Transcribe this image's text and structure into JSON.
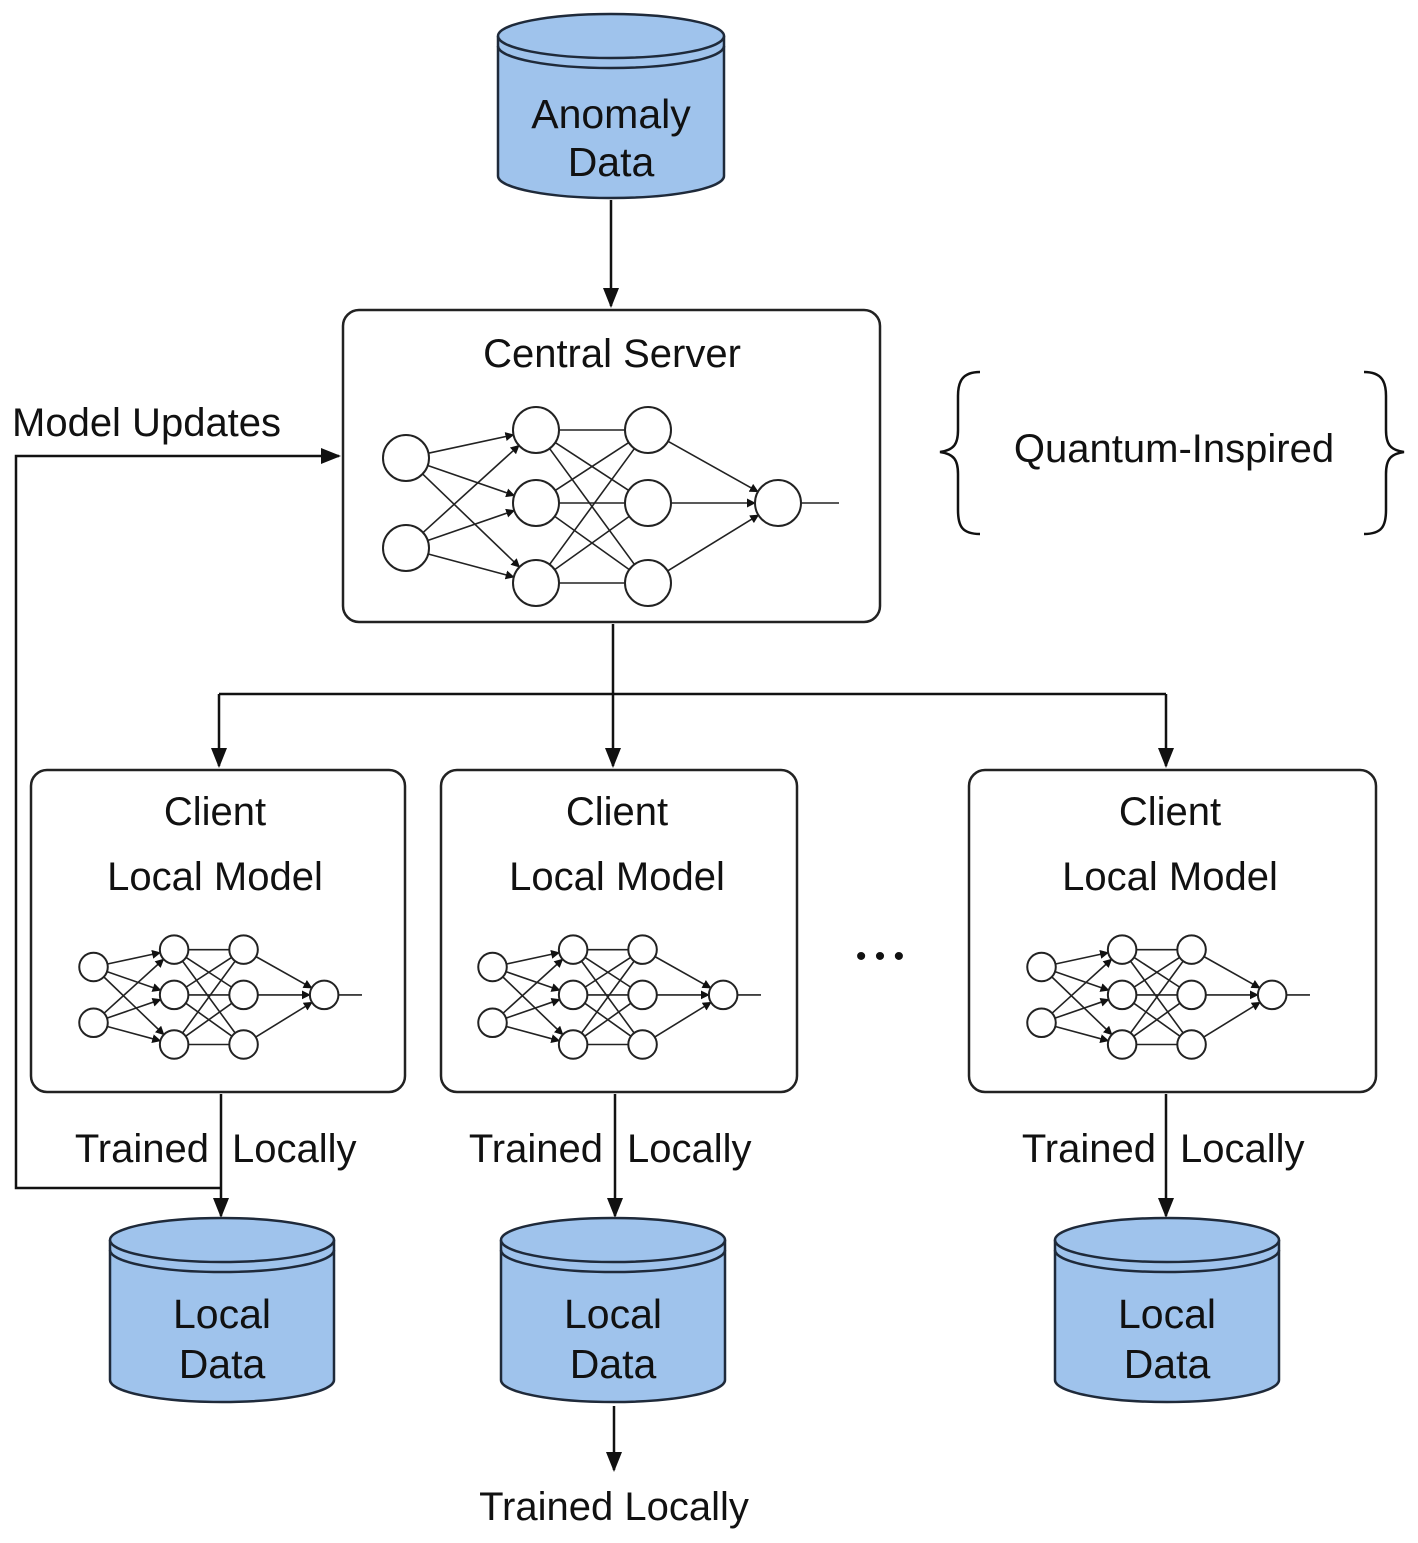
{
  "colors": {
    "cylinder_fill": "#9fc3ec",
    "cylinder_stroke": "#1f2a3a",
    "line": "#111111"
  },
  "anomaly_data": {
    "line1": "Anomaly",
    "line2": "Data"
  },
  "central_server": {
    "title": "Central Server"
  },
  "quantum_label": "Quantum-Inspired",
  "model_updates_label": "Model Updates",
  "ellipsis": "• • •",
  "clients": [
    {
      "title_line1": "Client",
      "title_line2": "Local Model",
      "edge_label_left": "Trained",
      "edge_label_right": "Locally",
      "data_line1": "Local",
      "data_line2": "Data"
    },
    {
      "title_line1": "Client",
      "title_line2": "Local Model",
      "edge_label_left": "Trained",
      "edge_label_right": "Locally",
      "data_line1": "Local",
      "data_line2": "Data"
    },
    {
      "title_line1": "Client",
      "title_line2": "Local Model",
      "edge_label_left": "Trained",
      "edge_label_right": "Locally",
      "data_line1": "Local",
      "data_line2": "Data"
    }
  ],
  "bottom_label": "Trained Locally"
}
